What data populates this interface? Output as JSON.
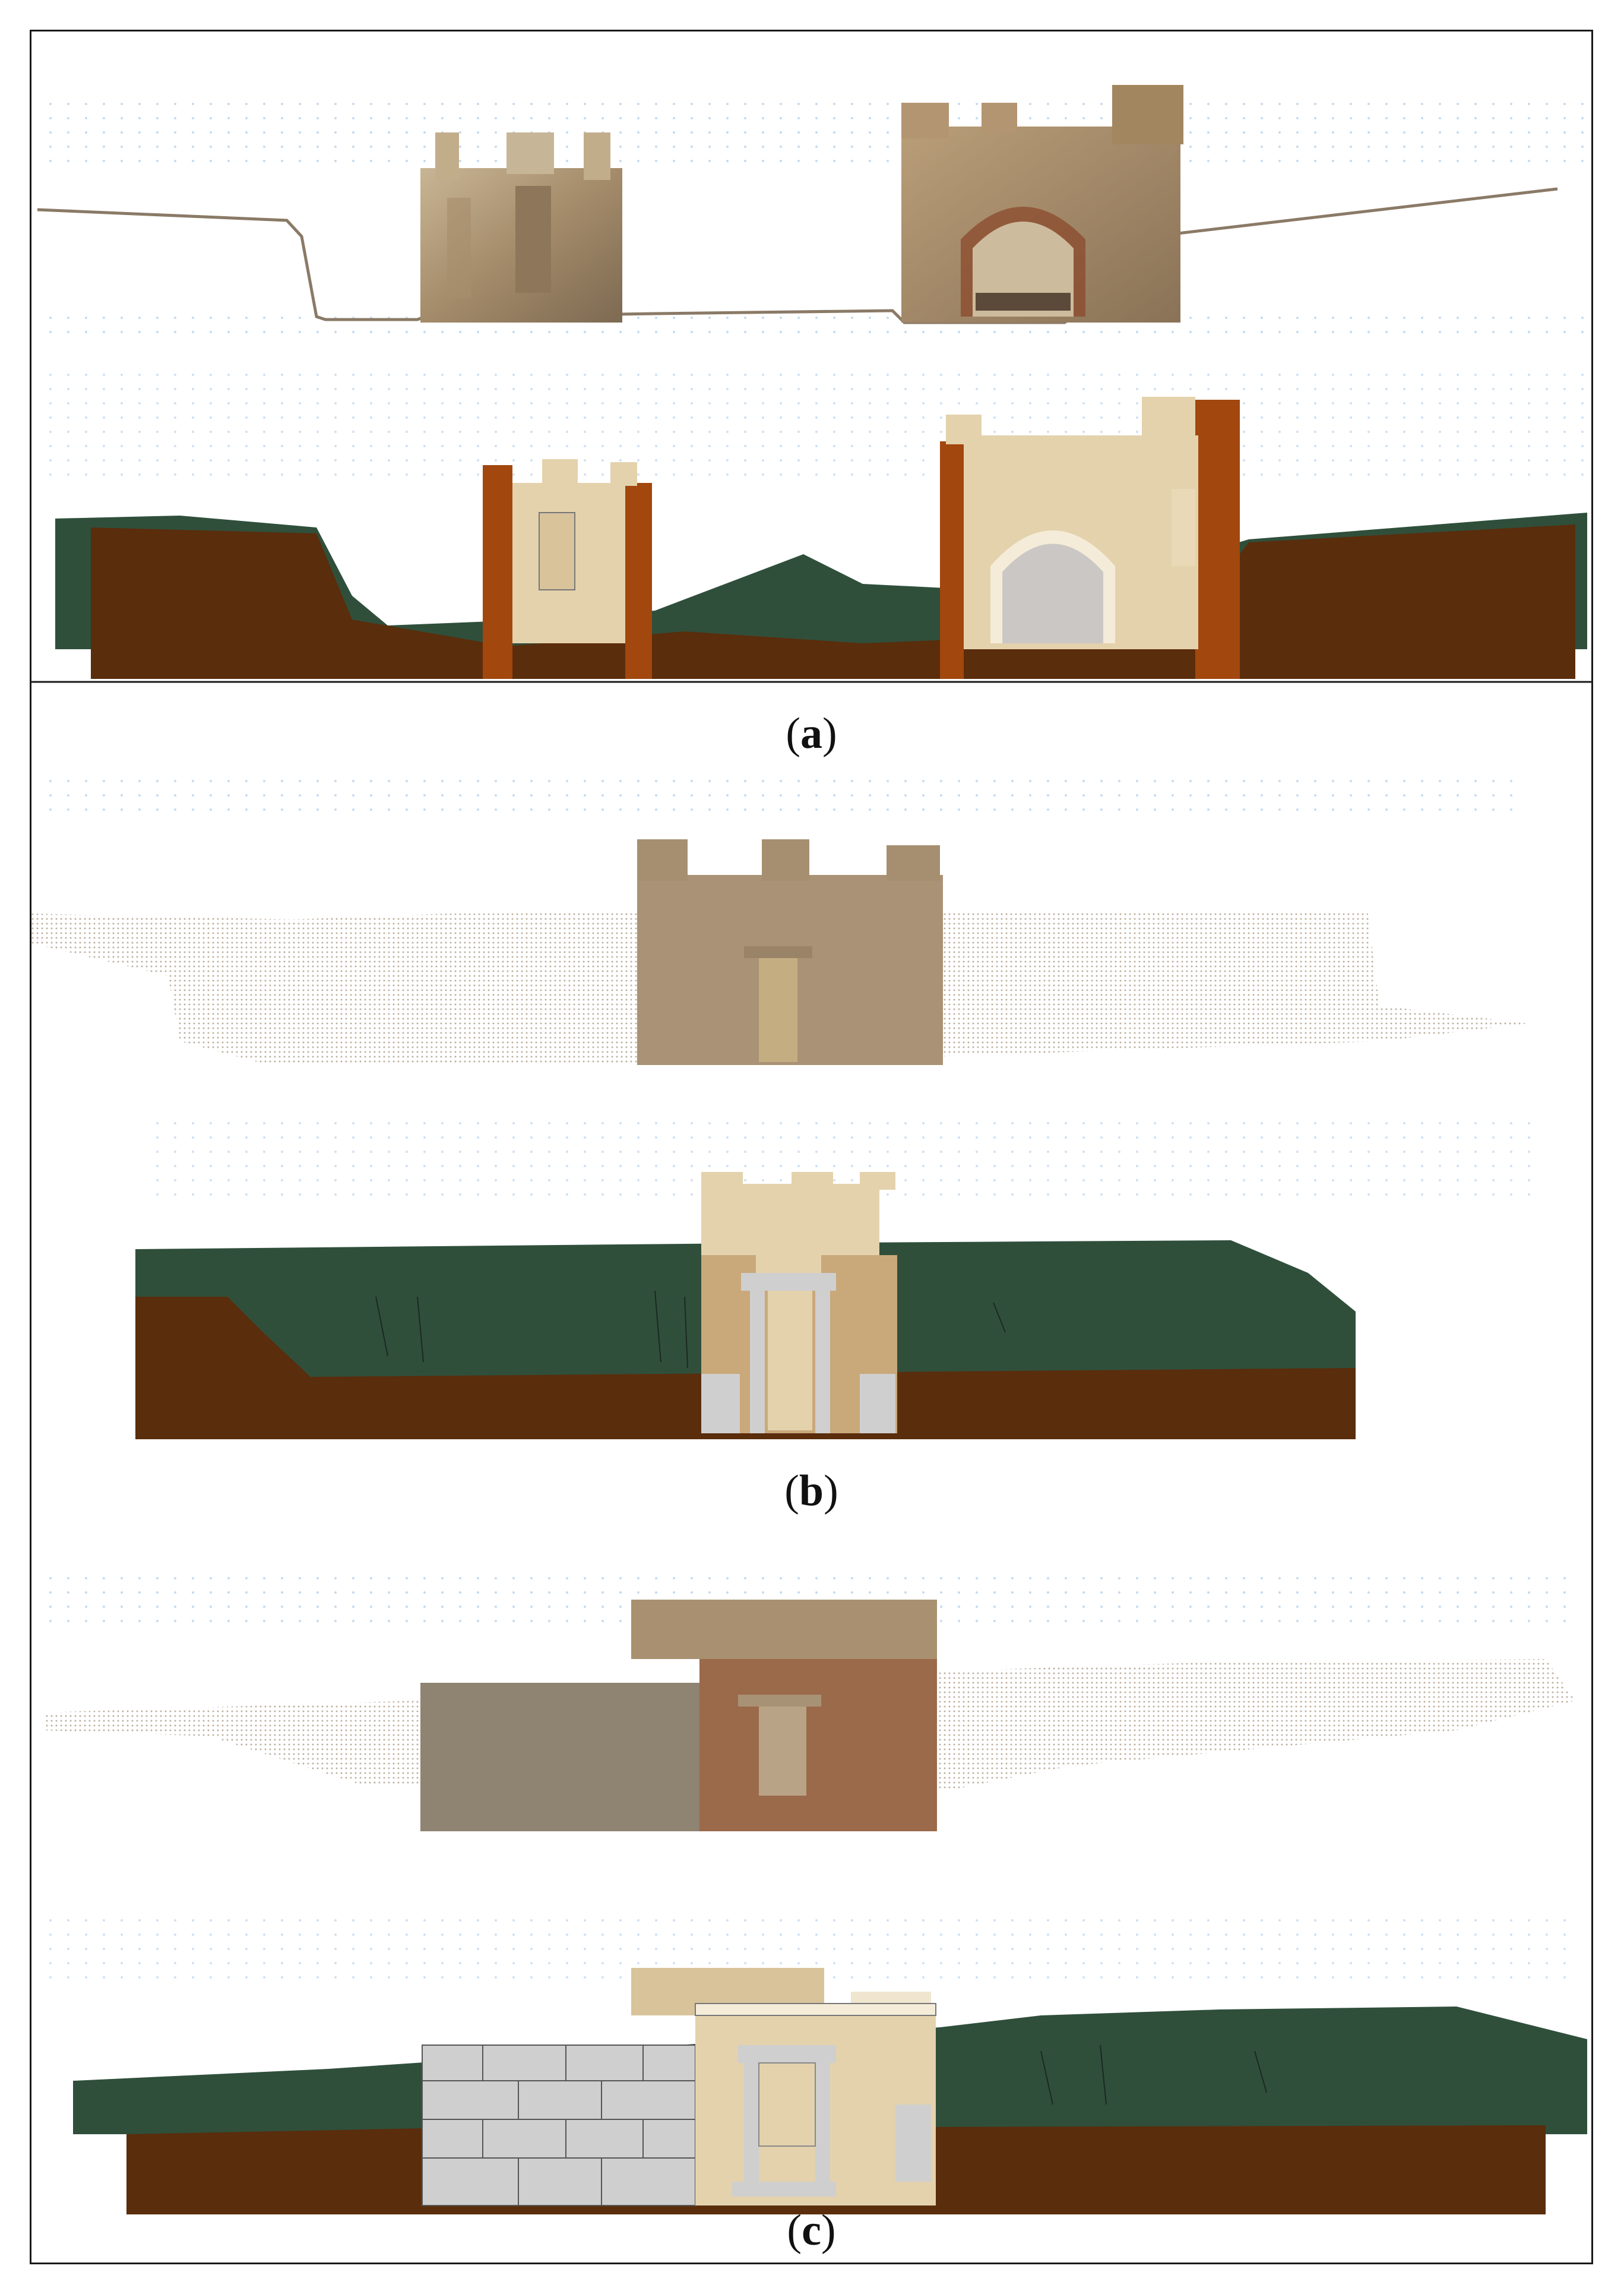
{
  "figure": {
    "panels": [
      {
        "id": "a",
        "label_open": "(",
        "label_letter": "a",
        "label_close": ")"
      },
      {
        "id": "b",
        "label_open": "(",
        "label_letter": "b",
        "label_close": ")"
      },
      {
        "id": "c",
        "label_open": "(",
        "label_letter": "c",
        "label_close": ")"
      }
    ]
  },
  "colors": {
    "soil": "#5a2d0c",
    "vegetation": "#2f4f3b",
    "wall_light": "#e4d2ad",
    "wall_mid": "#c9a87a",
    "stone_grey": "#cfcfcf",
    "section_cut": "#a2470e",
    "grid_dots": "#9cc3e6",
    "photo_stone": "#a89274",
    "point_cloud": "#b7a48c"
  }
}
